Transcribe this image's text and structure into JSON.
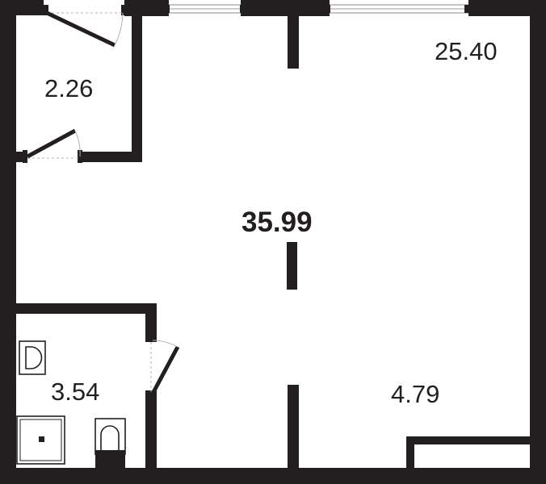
{
  "plan": {
    "total_area": "35.99",
    "rooms": [
      {
        "id": "main",
        "area": "25.40"
      },
      {
        "id": "closet",
        "area": "2.26"
      },
      {
        "id": "bathroom",
        "area": "3.54"
      },
      {
        "id": "zone",
        "area": "4.79"
      }
    ]
  },
  "colors": {
    "wall": "#231f20",
    "background": "#ffffff",
    "window": "#8a8a8a"
  },
  "icons": [
    "door-swing-icon",
    "window-icon",
    "sink-icon",
    "shower-tray-icon",
    "toilet-icon"
  ]
}
